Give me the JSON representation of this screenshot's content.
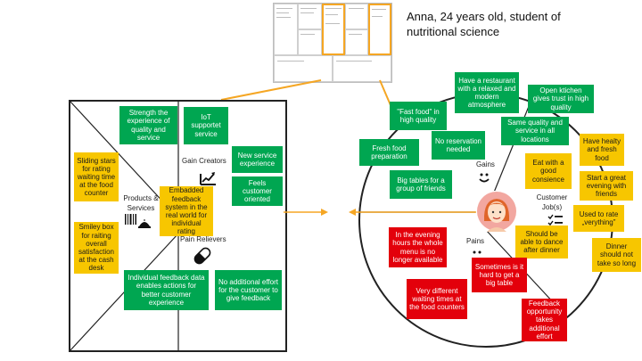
{
  "persona": {
    "title": "Anna, 24 years old,  student of nutritional science"
  },
  "value_map": {
    "labels": {
      "gain_creators": "Gain Creators",
      "products_services": "Products & Services",
      "pain_relievers": "Pain Relievers"
    },
    "notes": [
      {
        "id": "strength",
        "text": "Strength the experience of quality and service",
        "color": "green"
      },
      {
        "id": "iot",
        "text": "IoT supportet service",
        "color": "green"
      },
      {
        "id": "new-service",
        "text": "New service experience",
        "color": "green"
      },
      {
        "id": "feels-oriented",
        "text": "Feels customer oriented",
        "color": "green"
      },
      {
        "id": "sliding-stars",
        "text": "Sliding stars for rating waiting time at the food counter",
        "color": "yellow"
      },
      {
        "id": "embedded-feedback",
        "text": "Embadded feedback system in the real world for individual rating",
        "color": "yellow"
      },
      {
        "id": "smiley-box",
        "text": "Smiley box for raiting overall satisfaction at the cash desk",
        "color": "yellow"
      },
      {
        "id": "individual-feedback",
        "text": "Individual feedback data  enables actions for better customer experience",
        "color": "green"
      },
      {
        "id": "no-effort",
        "text": "No additional effort for the customer to give feedback",
        "color": "green"
      }
    ]
  },
  "customer_profile": {
    "labels": {
      "gains": "Gains",
      "pains": "Pains",
      "jobs": "Customer Job(s)"
    },
    "gains": [
      {
        "id": "restaurant",
        "text": "Have a restaurant with a relaxed and modern atmosphere"
      },
      {
        "id": "fast-food",
        "text": "\"Fast food\" in high quality"
      },
      {
        "id": "open-kitchen",
        "text": "Open ktichen gives trust in high quality"
      },
      {
        "id": "same-quality",
        "text": "Same quality and service in all locations"
      },
      {
        "id": "fresh-food",
        "text": "Fresh food preparation"
      },
      {
        "id": "no-reservation",
        "text": "No reservation needed"
      },
      {
        "id": "big-tables",
        "text": "Big tables for a group of friends"
      }
    ],
    "jobs": [
      {
        "id": "healthy-food",
        "text": "Have healty and fresh food"
      },
      {
        "id": "good-conscience",
        "text": "Eat with a good consience"
      },
      {
        "id": "great-evening",
        "text": "Start a great evening with friends"
      },
      {
        "id": "used-to-rate",
        "text": "Used to rate „verything”"
      },
      {
        "id": "dance",
        "text": "Should be able to dance after dinner"
      },
      {
        "id": "dinner-long",
        "text": "Dinner should not take so long"
      }
    ],
    "pains": [
      {
        "id": "menu-unavailable",
        "text": "In the evening hours the whole menu is no longer available"
      },
      {
        "id": "big-table-hard",
        "text": "Sometimes is it hard to get a big table"
      },
      {
        "id": "waiting-times",
        "text": "Very different waiting times at the food counters"
      },
      {
        "id": "feedback-effort",
        "text": "Feedback opportunity takes additional effort"
      }
    ]
  },
  "colors": {
    "green": "#00a651",
    "yellow": "#f7c600",
    "red": "#e3000b",
    "connector": "#f5a623"
  }
}
